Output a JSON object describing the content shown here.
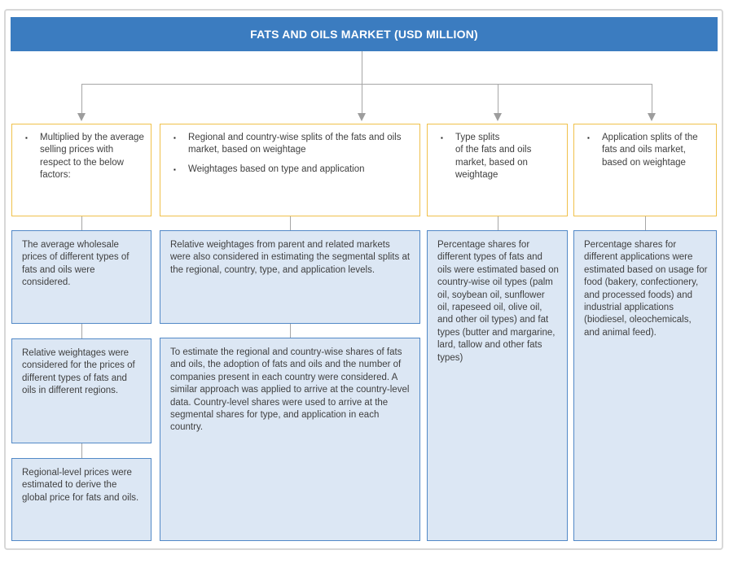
{
  "header": {
    "title": "FATS AND OILS MARKET (USD MILLION)"
  },
  "colors": {
    "header_bg": "#3b7cc0",
    "header_text": "#ffffff",
    "yellow_border": "#f0c14b",
    "blue_fill": "#dce7f4",
    "blue_border": "#5289c7",
    "connector": "#a6a6a6",
    "text": "#3f3f3f"
  },
  "top_boxes": [
    {
      "bullets": [
        "Multiplied by the average selling prices with respect to the below factors:"
      ]
    },
    {
      "bullets": [
        "Regional and country-wise splits of the fats and oils market, based on weightage",
        "Weightages based on type and application"
      ]
    },
    {
      "bullets": [
        "Type splits\nof the fats and oils market, based on weightage"
      ]
    },
    {
      "bullets": [
        "Application splits of the fats and oils market, based on weightage"
      ]
    }
  ],
  "columns": [
    {
      "boxes": [
        {
          "text": "The average wholesale prices of different types of fats and oils were considered."
        },
        {
          "text": "Relative weightages were considered for the prices of different types of fats and oils in different regions."
        },
        {
          "text": "Regional-level prices were estimated to derive the global price for fats and oils."
        }
      ]
    },
    {
      "boxes": [
        {
          "text": "Relative weightages from parent and related markets were also considered in estimating the segmental splits at the regional, country, type, and application levels."
        },
        {
          "text": "To estimate the regional and country-wise shares of fats and oils, the adoption of fats and oils and the number of companies present in each country were considered. A similar approach was applied to arrive at the country-level data. Country-level shares were used to arrive at the segmental shares for type, and application in each country."
        }
      ]
    },
    {
      "boxes": [
        {
          "text": "Percentage shares for different types of fats and oils were estimated based on country-wise oil types (palm oil, soybean oil, sunflower oil, rapeseed oil, olive oil, and other oil types) and fat types (butter and margarine, lard, tallow and other fats types)"
        }
      ]
    },
    {
      "boxes": [
        {
          "text": "Percentage shares for different applications were estimated based on usage for food (bakery, confectionery, and processed foods) and industrial applications (biodiesel, oleochemicals, and animal feed)."
        }
      ]
    }
  ]
}
